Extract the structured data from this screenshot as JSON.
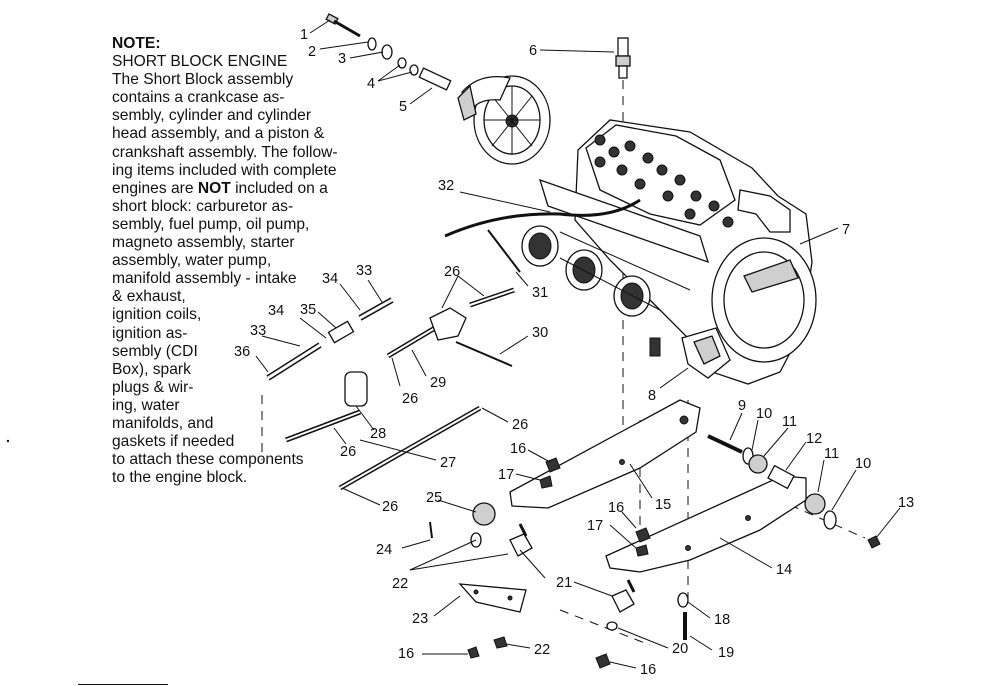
{
  "note": {
    "title": "NOTE:",
    "heading": "SHORT BLOCK ENGINE",
    "lines": [
      "The Short Block assembly",
      "contains a crankcase as-",
      "sembly, cylinder and cylinder",
      "head assembly, and a piston &",
      "crankshaft assembly.  The follow-",
      "ing items included with complete",
      "engines are ",
      "short block:  carburetor as-",
      "sembly, fuel pump, oil pump,",
      "magneto assembly, starter",
      "assembly, water pump,",
      "manifold assembly - intake",
      "& exhaust,",
      "ignition coils,",
      "ignition as-",
      "sembly (CDI",
      "Box), spark",
      "plugs & wir-",
      "ing, water",
      "manifolds, and",
      "gaskets if needed",
      "to attach these components",
      "to the engine block."
    ],
    "emphasis": "NOT",
    "emphasis_tail": " included on a"
  },
  "callouts": [
    "1",
    "2",
    "3",
    "4",
    "5",
    "6",
    "7",
    "8",
    "9",
    "10",
    "11",
    "12",
    "11",
    "10",
    "13",
    "14",
    "15",
    "16",
    "17",
    "16",
    "17",
    "18",
    "19",
    "20",
    "16",
    "21",
    "22",
    "22",
    "23",
    "24",
    "25",
    "16",
    "26",
    "26",
    "26",
    "26",
    "26",
    "27",
    "28",
    "29",
    "30",
    "31",
    "32",
    "33",
    "33",
    "34",
    "34",
    "35",
    "36"
  ]
}
